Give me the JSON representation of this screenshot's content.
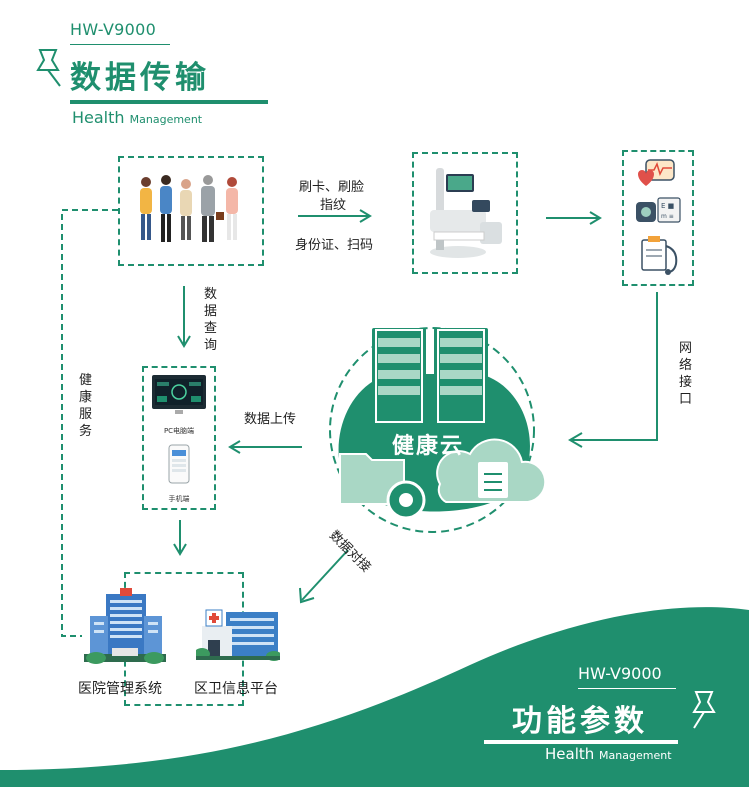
{
  "header": {
    "model": "HW-V9000",
    "title": "数据传输",
    "subtitle_big": "Health",
    "subtitle_small": "Management"
  },
  "footer": {
    "model": "HW-V9000",
    "title": "功能参数",
    "subtitle_big": "Health",
    "subtitle_small": "Management"
  },
  "flow": {
    "auth_line1": "刷卡、刷脸",
    "auth_line2": "指纹",
    "auth_line3": "身份证、扫码",
    "query": "数据查询",
    "network": "网络接口",
    "health_service": "健康服务",
    "upload": "数据上传",
    "dock": "数据对接",
    "cloud": "健康云"
  },
  "terminals": {
    "pc": "PC电脑端",
    "mobile": "手机端"
  },
  "systems": {
    "hospital": "医院管理系统",
    "community": "区卫信息平台"
  },
  "colors": {
    "primary": "#1f8f6e",
    "light": "#a9d7c5"
  }
}
